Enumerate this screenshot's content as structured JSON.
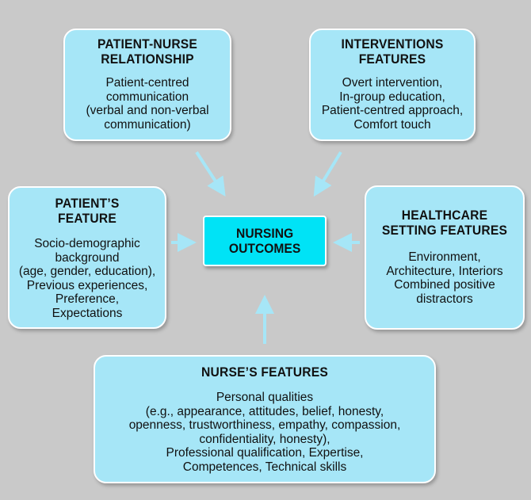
{
  "colors": {
    "background": "#c9c9c9",
    "box_fill": "#a6e6f7",
    "center_fill": "#00e3f6",
    "arrow": "#a6e6f7"
  },
  "center": {
    "title": "NURSING\nOUTCOMES"
  },
  "boxes": {
    "patient_nurse": {
      "title": "PATIENT-NURSE\nRELATIONSHIP",
      "body": "Patient-centred\ncommunication\n(verbal and non-verbal\ncommunication)"
    },
    "interventions": {
      "title": "INTERVENTIONS\nFEATURES",
      "body": "Overt intervention,\nIn-group education,\nPatient-centred approach,\nComfort touch"
    },
    "patient_feature": {
      "title": "PATIENT’S\nFEATURE",
      "body": "Socio-demographic\nbackground\n(age, gender, education),\nPrevious experiences,\nPreference,\nExpectations"
    },
    "healthcare": {
      "title": "HEALTHCARE\nSETTING FEATURES",
      "body": "Environment,\nArchitecture, Interiors\nCombined positive\ndistractors"
    },
    "nurse": {
      "title": "NURSE’S FEATURES",
      "body": "Personal qualities\n(e.g., appearance, attitudes, belief, honesty,\nopenness, trustworthiness, empathy, compassion,\nconfidentiality, honesty),\nProfessional qualification, Expertise,\nCompetences, Technical skills"
    }
  }
}
